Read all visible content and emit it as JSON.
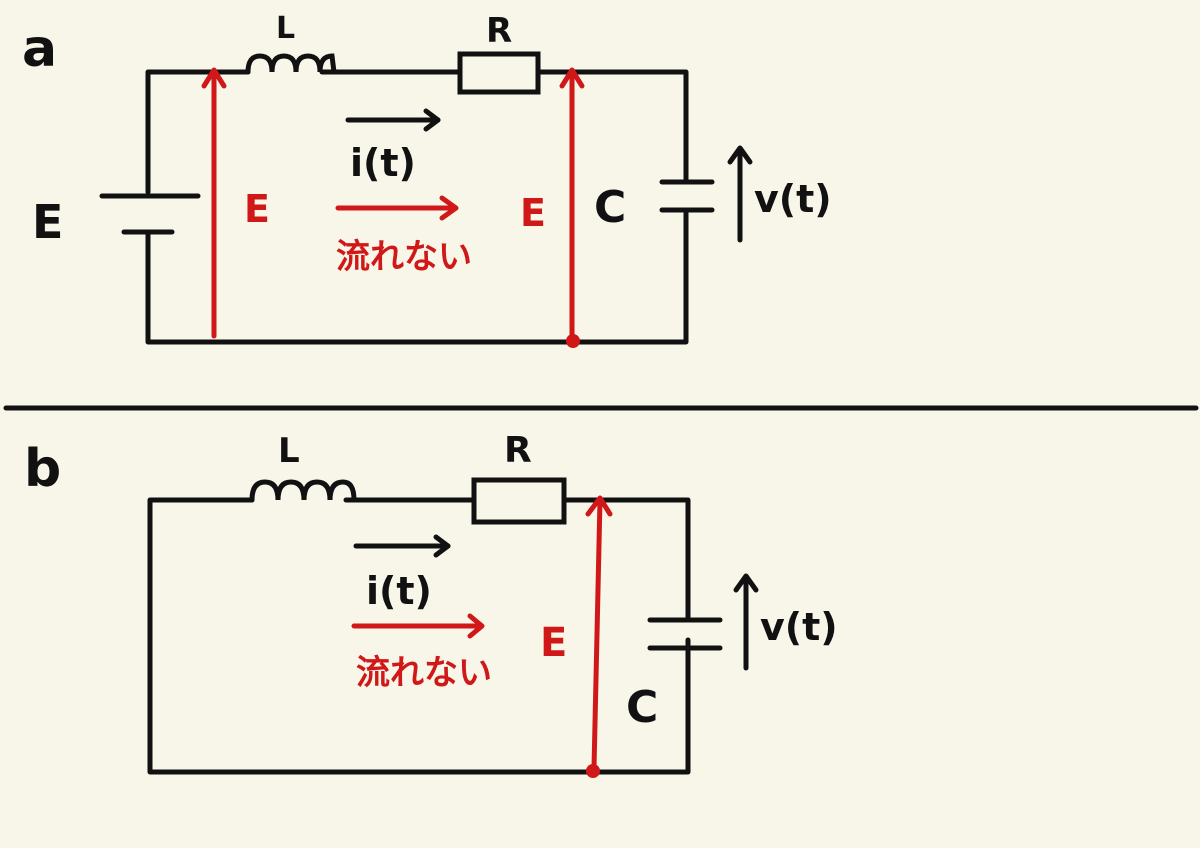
{
  "colors": {
    "background": "#f8f5e9",
    "ink": "#111111",
    "red": "#d01818"
  },
  "circuit_a": {
    "section_label": "a",
    "inductor_label": "L",
    "resistor_label": "R",
    "capacitor_label": "C",
    "source_label": "E",
    "voltage_label": "v(t)",
    "current_label": "i(t)",
    "left_red_label": "E",
    "right_red_label": "E",
    "annotation": "流れない"
  },
  "circuit_b": {
    "section_label": "b",
    "inductor_label": "L",
    "resistor_label": "R",
    "capacitor_label": "C",
    "voltage_label": "v(t)",
    "current_label": "i(t)",
    "red_label": "E",
    "annotation": "流れない"
  }
}
